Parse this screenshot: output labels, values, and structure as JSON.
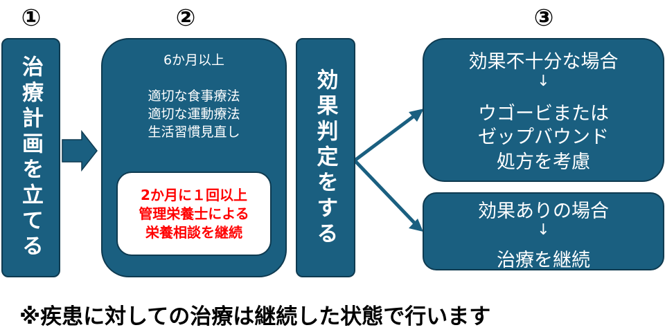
{
  "steps": {
    "one": "①",
    "two": "②",
    "three": "③"
  },
  "plan": {
    "label": "治療計画を立てる"
  },
  "treatment": {
    "duration": "6か月以上",
    "lines": [
      "適切な食事療法",
      "適切な運動療法",
      "生活習慣見直し"
    ],
    "note": [
      "2か月に１回以上",
      "管理栄養士による",
      "栄養相談を継続"
    ]
  },
  "evaluation": {
    "label": "効果判定をする"
  },
  "insufficient": {
    "title": "効果不十分な場合",
    "arrow": "↓",
    "lines": [
      "ウゴービまたは",
      "ゼップバウンド",
      "処方を考慮"
    ]
  },
  "effective": {
    "title": "効果ありの場合",
    "arrow": "↓",
    "result": "治療を継続"
  },
  "footer": "※疾患に対しての治療は継続した状態で行います",
  "colors": {
    "box": "#1a5f80",
    "note": "#ff0000"
  }
}
